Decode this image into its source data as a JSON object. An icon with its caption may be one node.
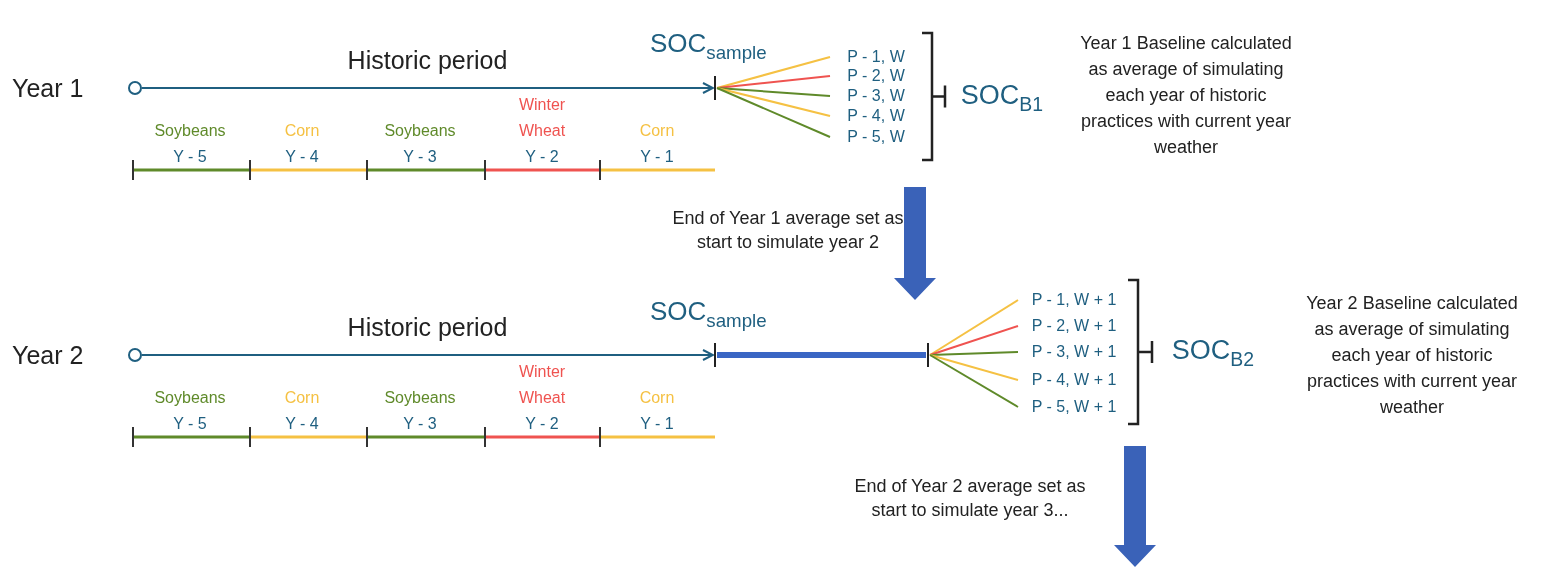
{
  "diagram": {
    "nodes": [
      {
        "text": [],
        "shape": "circle",
        "beside": [
          "Year 1"
        ]
      },
      {
        "text": [],
        "shape": "bar",
        "beside": [
          "SOC$_{sample}$"
        ]
      },
      {
        "text": [
          "P - 1, W"
        ]
      },
      {
        "text": [
          "P - 2, W"
        ]
      },
      {
        "text": [
          "P - 3, W"
        ]
      },
      {
        "text": [
          "P - 4, W"
        ]
      },
      {
        "text": [
          "P - 5, W"
        ]
      },
      {
        "text": [
          "SOC$_{B1}$"
        ]
      },
      {
        "text": [
          "Year 1 Baseline calculated as average of simulating each year of historic practices with current year weather"
        ]
      },
      {
        "text": [
          "End of Year 1 average set as start to simulate year 2"
        ]
      },
      {
        "text": [],
        "shape": "circle",
        "beside": [
          "Year 2"
        ]
      },
      {
        "text": [],
        "shape": "bar",
        "beside": [
          "SOC$_{sample}$"
        ]
      },
      {
        "text": [],
        "shape": "bar"
      },
      {
        "text": [
          "P - 1, W + 1"
        ]
      },
      {
        "text": [
          "P - 2, W + 1"
        ]
      },
      {
        "text": [
          "P - 3, W + 1"
        ]
      },
      {
        "text": [
          "P - 4, W + 1"
        ]
      },
      {
        "text": [
          "P - 5, W + 1"
        ]
      },
      {
        "text": [
          "SOC$_{B2}$"
        ]
      },
      {
        "text": [
          "Year 2 Baseline calculated as average of simulating each year of historic practices with current year weather"
        ]
      },
      {
        "text": [
          "End of Year 2 average set as start to simulate year 3..."
        ]
      }
    ],
    "edges": [
      {
        "from": 0,
        "to": 1,
        "arrow": "to",
        "label": "Historic period",
        "color": "#1f5f80"
      },
      {
        "from": 1,
        "to": 2,
        "arrow": "none",
        "color": "#f5c143"
      },
      {
        "from": 1,
        "to": 3,
        "arrow": "none",
        "color": "#ef5350"
      },
      {
        "from": 1,
        "to": 4,
        "arrow": "none",
        "color": "#5f8a2a"
      },
      {
        "from": 1,
        "to": 5,
        "arrow": "none",
        "color": "#f5c143"
      },
      {
        "from": 1,
        "to": 6,
        "arrow": "none",
        "color": "#5f8a2a"
      },
      {
        "from": 10,
        "to": 11,
        "arrow": "to",
        "label": "Historic period",
        "color": "#1f5f80"
      },
      {
        "from": 11,
        "to": 12,
        "arrow": "none",
        "style": "thick",
        "color": "#3a66c4"
      },
      {
        "from": 12,
        "to": 13,
        "arrow": "none",
        "color": "#f5c143"
      },
      {
        "from": 12,
        "to": 14,
        "arrow": "none",
        "color": "#ef5350"
      },
      {
        "from": 12,
        "to": 15,
        "arrow": "none",
        "color": "#5f8a2a"
      },
      {
        "from": 12,
        "to": 16,
        "arrow": "none",
        "color": "#f5c143"
      },
      {
        "from": 12,
        "to": 17,
        "arrow": "none",
        "color": "#5f8a2a"
      },
      {
        "from": 9,
        "to": 12,
        "arrow": "to",
        "style": "thick",
        "color": "#3a62b8"
      },
      {
        "from": 20,
        "to": null,
        "arrow": "to",
        "style": "thick",
        "color": "#3a62b8"
      }
    ],
    "labels": [
      "Soybeans",
      "Corn",
      "Soybeans",
      "Winter Wheat",
      "Corn",
      "Y - 5",
      "Y - 4",
      "Y - 3",
      "Y - 2",
      "Y - 1",
      "Soybeans",
      "Corn",
      "Soybeans",
      "Winter Wheat",
      "Corn",
      "Y - 5",
      "Y - 4",
      "Y - 3",
      "Y - 2",
      "Y - 1"
    ]
  }
}
